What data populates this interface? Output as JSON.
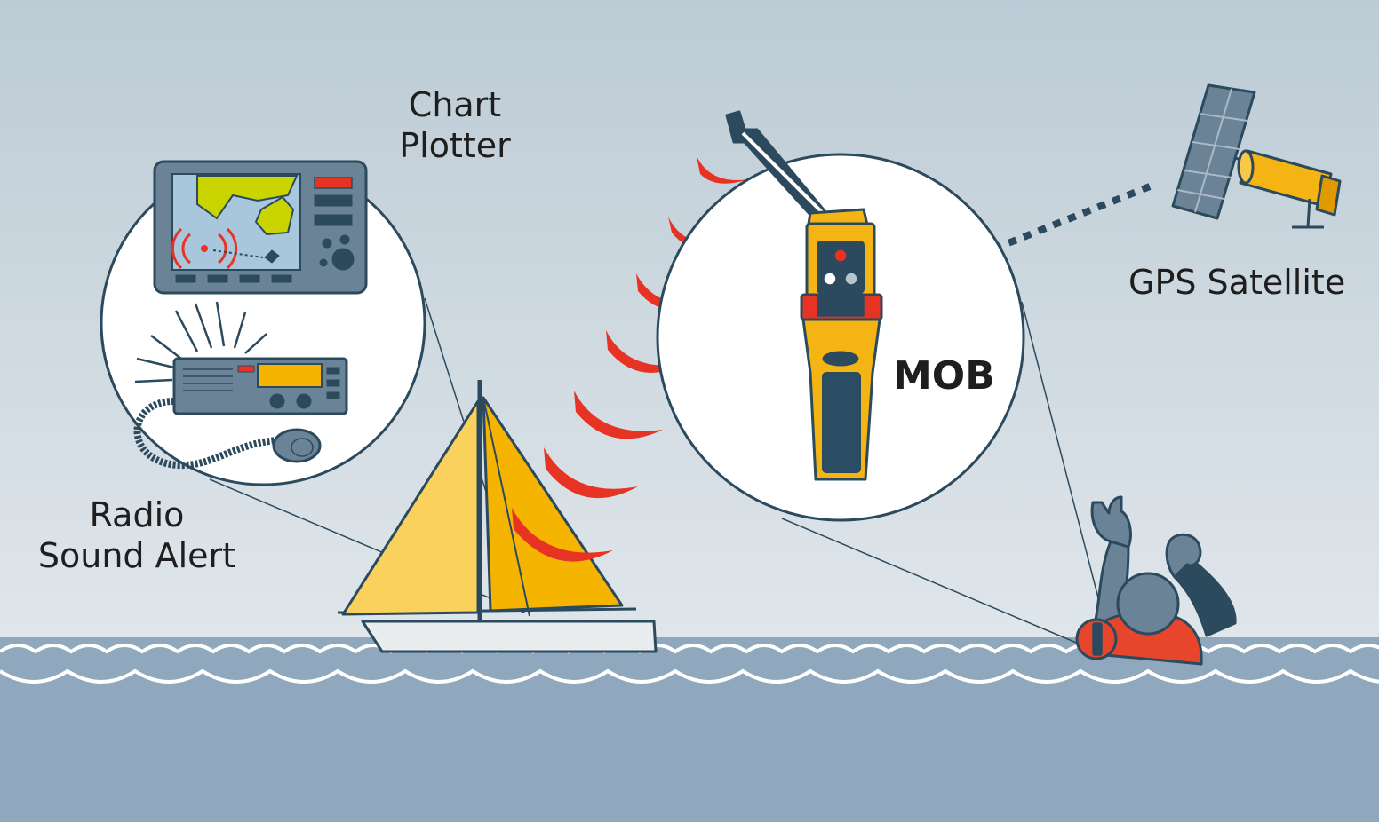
{
  "labels": {
    "chart_plotter": [
      "Chart",
      "Plotter"
    ],
    "radio_sound_alert": [
      "Radio",
      "Sound Alert"
    ],
    "gps_satellite": "GPS Satellite",
    "mob": "MOB"
  },
  "colors": {
    "sky_top": "#bccbd5",
    "sky_bottom": "#e9edf0",
    "sea": "#8fa8bd",
    "outline": "#2c4a5e",
    "equipment": "#6b8396",
    "screen_sea": "#a9c7dc",
    "land": "#c9d400",
    "signal_red": "#e63323",
    "sail_yellow": "#f5b400",
    "sail_light": "#f9d15c",
    "beacon_yellow": "#f4b414",
    "beacon_navy": "#2b4d63",
    "lifejacket": "#e8452d"
  },
  "icons": [
    "chart-plotter-icon",
    "vhf-radio-icon",
    "sailboat-icon",
    "mob-beacon-icon",
    "gps-satellite-icon",
    "person-in-water-icon",
    "radio-signal-icon"
  ]
}
